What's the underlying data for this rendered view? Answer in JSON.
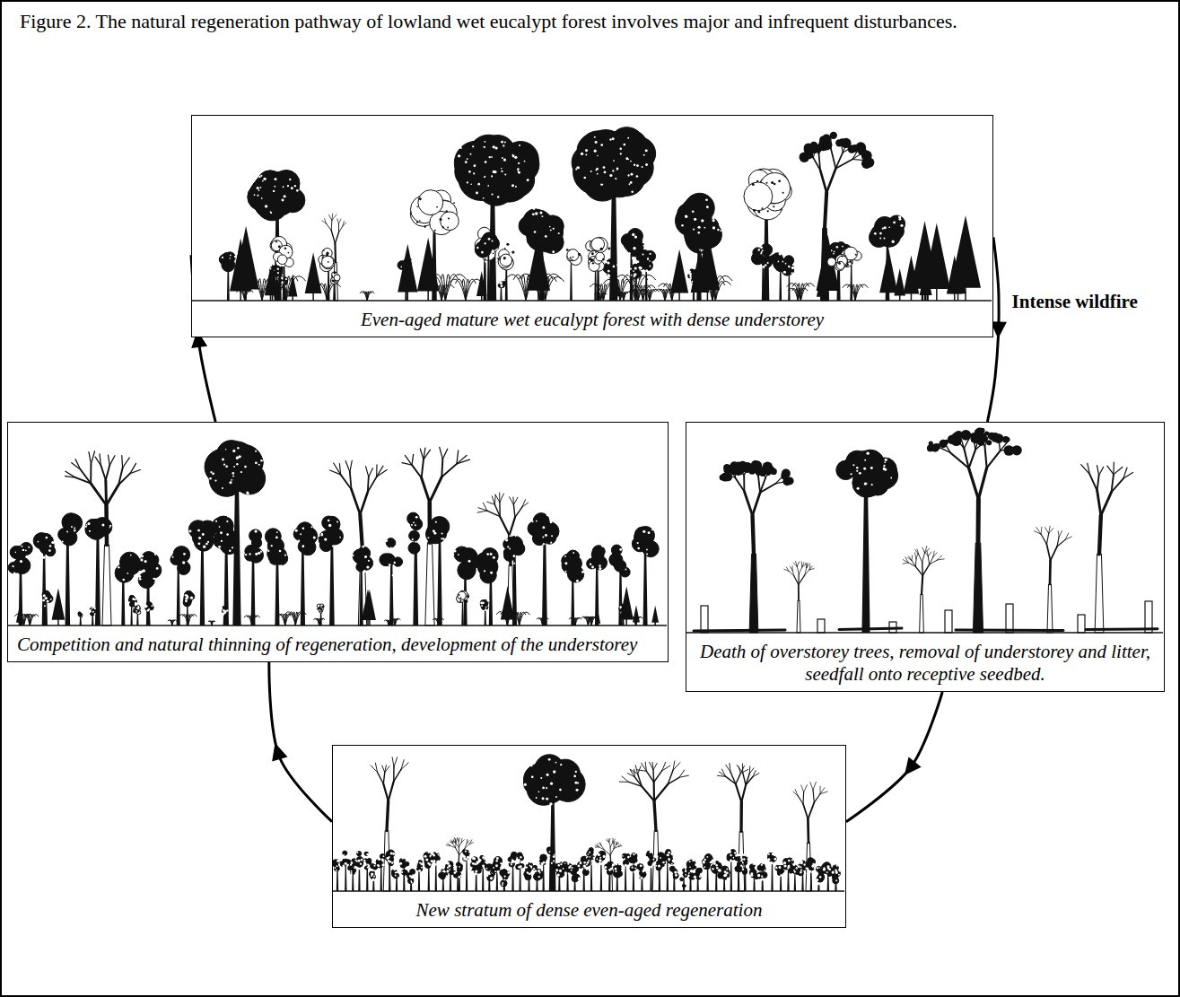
{
  "diagram": {
    "title": "Figure 2. The natural regeneration pathway of lowland wet eucalypt forest involves major and infrequent disturbances.",
    "nodes": [
      {
        "text": [
          "Even-aged mature wet eucalypt forest with dense understorey"
        ]
      },
      {
        "text": [
          "Competition and natural thinning of regeneration, development of the understorey"
        ]
      },
      {
        "text": [
          "Death of overstorey trees, removal of understorey and litter, seedfall onto receptive seedbed."
        ]
      },
      {
        "text": [
          "New stratum of dense even-aged regeneration"
        ]
      }
    ],
    "edges": [
      {
        "from": 0,
        "to": 2,
        "arrow": "to",
        "label": "Intense wildfire"
      },
      {
        "from": 2,
        "to": 3,
        "arrow": "to"
      },
      {
        "from": 3,
        "to": 1,
        "arrow": "to"
      },
      {
        "from": 1,
        "to": 0,
        "arrow": "to"
      }
    ]
  }
}
